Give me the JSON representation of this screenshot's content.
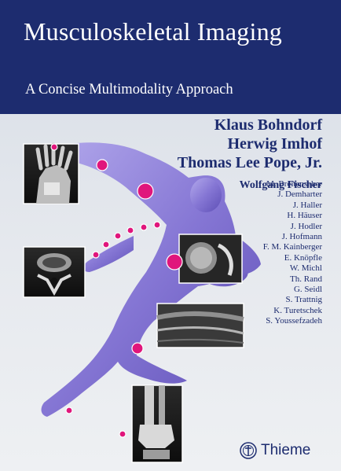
{
  "cover": {
    "title": "Musculoskeletal Imaging",
    "subtitle": "A Concise Multimodality Approach",
    "authors": [
      "Klaus Bohndorf",
      "Herwig Imhof",
      "Thomas Lee Pope, Jr."
    ],
    "editor": "Wolfgang Fischer",
    "contributors": [
      "M. Breitenseher",
      "J. Demharter",
      "J. Haller",
      "H. Häuser",
      "J. Hodler",
      "J. Hofmann",
      "F. M. Kainberger",
      "E. Knöpfle",
      "W. Michl",
      "Th. Rand",
      "G. Seidl",
      "S. Trattnig",
      "K. Turetschek",
      "S. Youssefzadeh"
    ],
    "publisher": "Thieme"
  },
  "colors": {
    "navy": "#1d2c6f",
    "figure_violet": "#7d6fcf",
    "marker_magenta": "#e0167c"
  },
  "icons": {
    "publisher_logo": "thieme-logo-icon"
  }
}
